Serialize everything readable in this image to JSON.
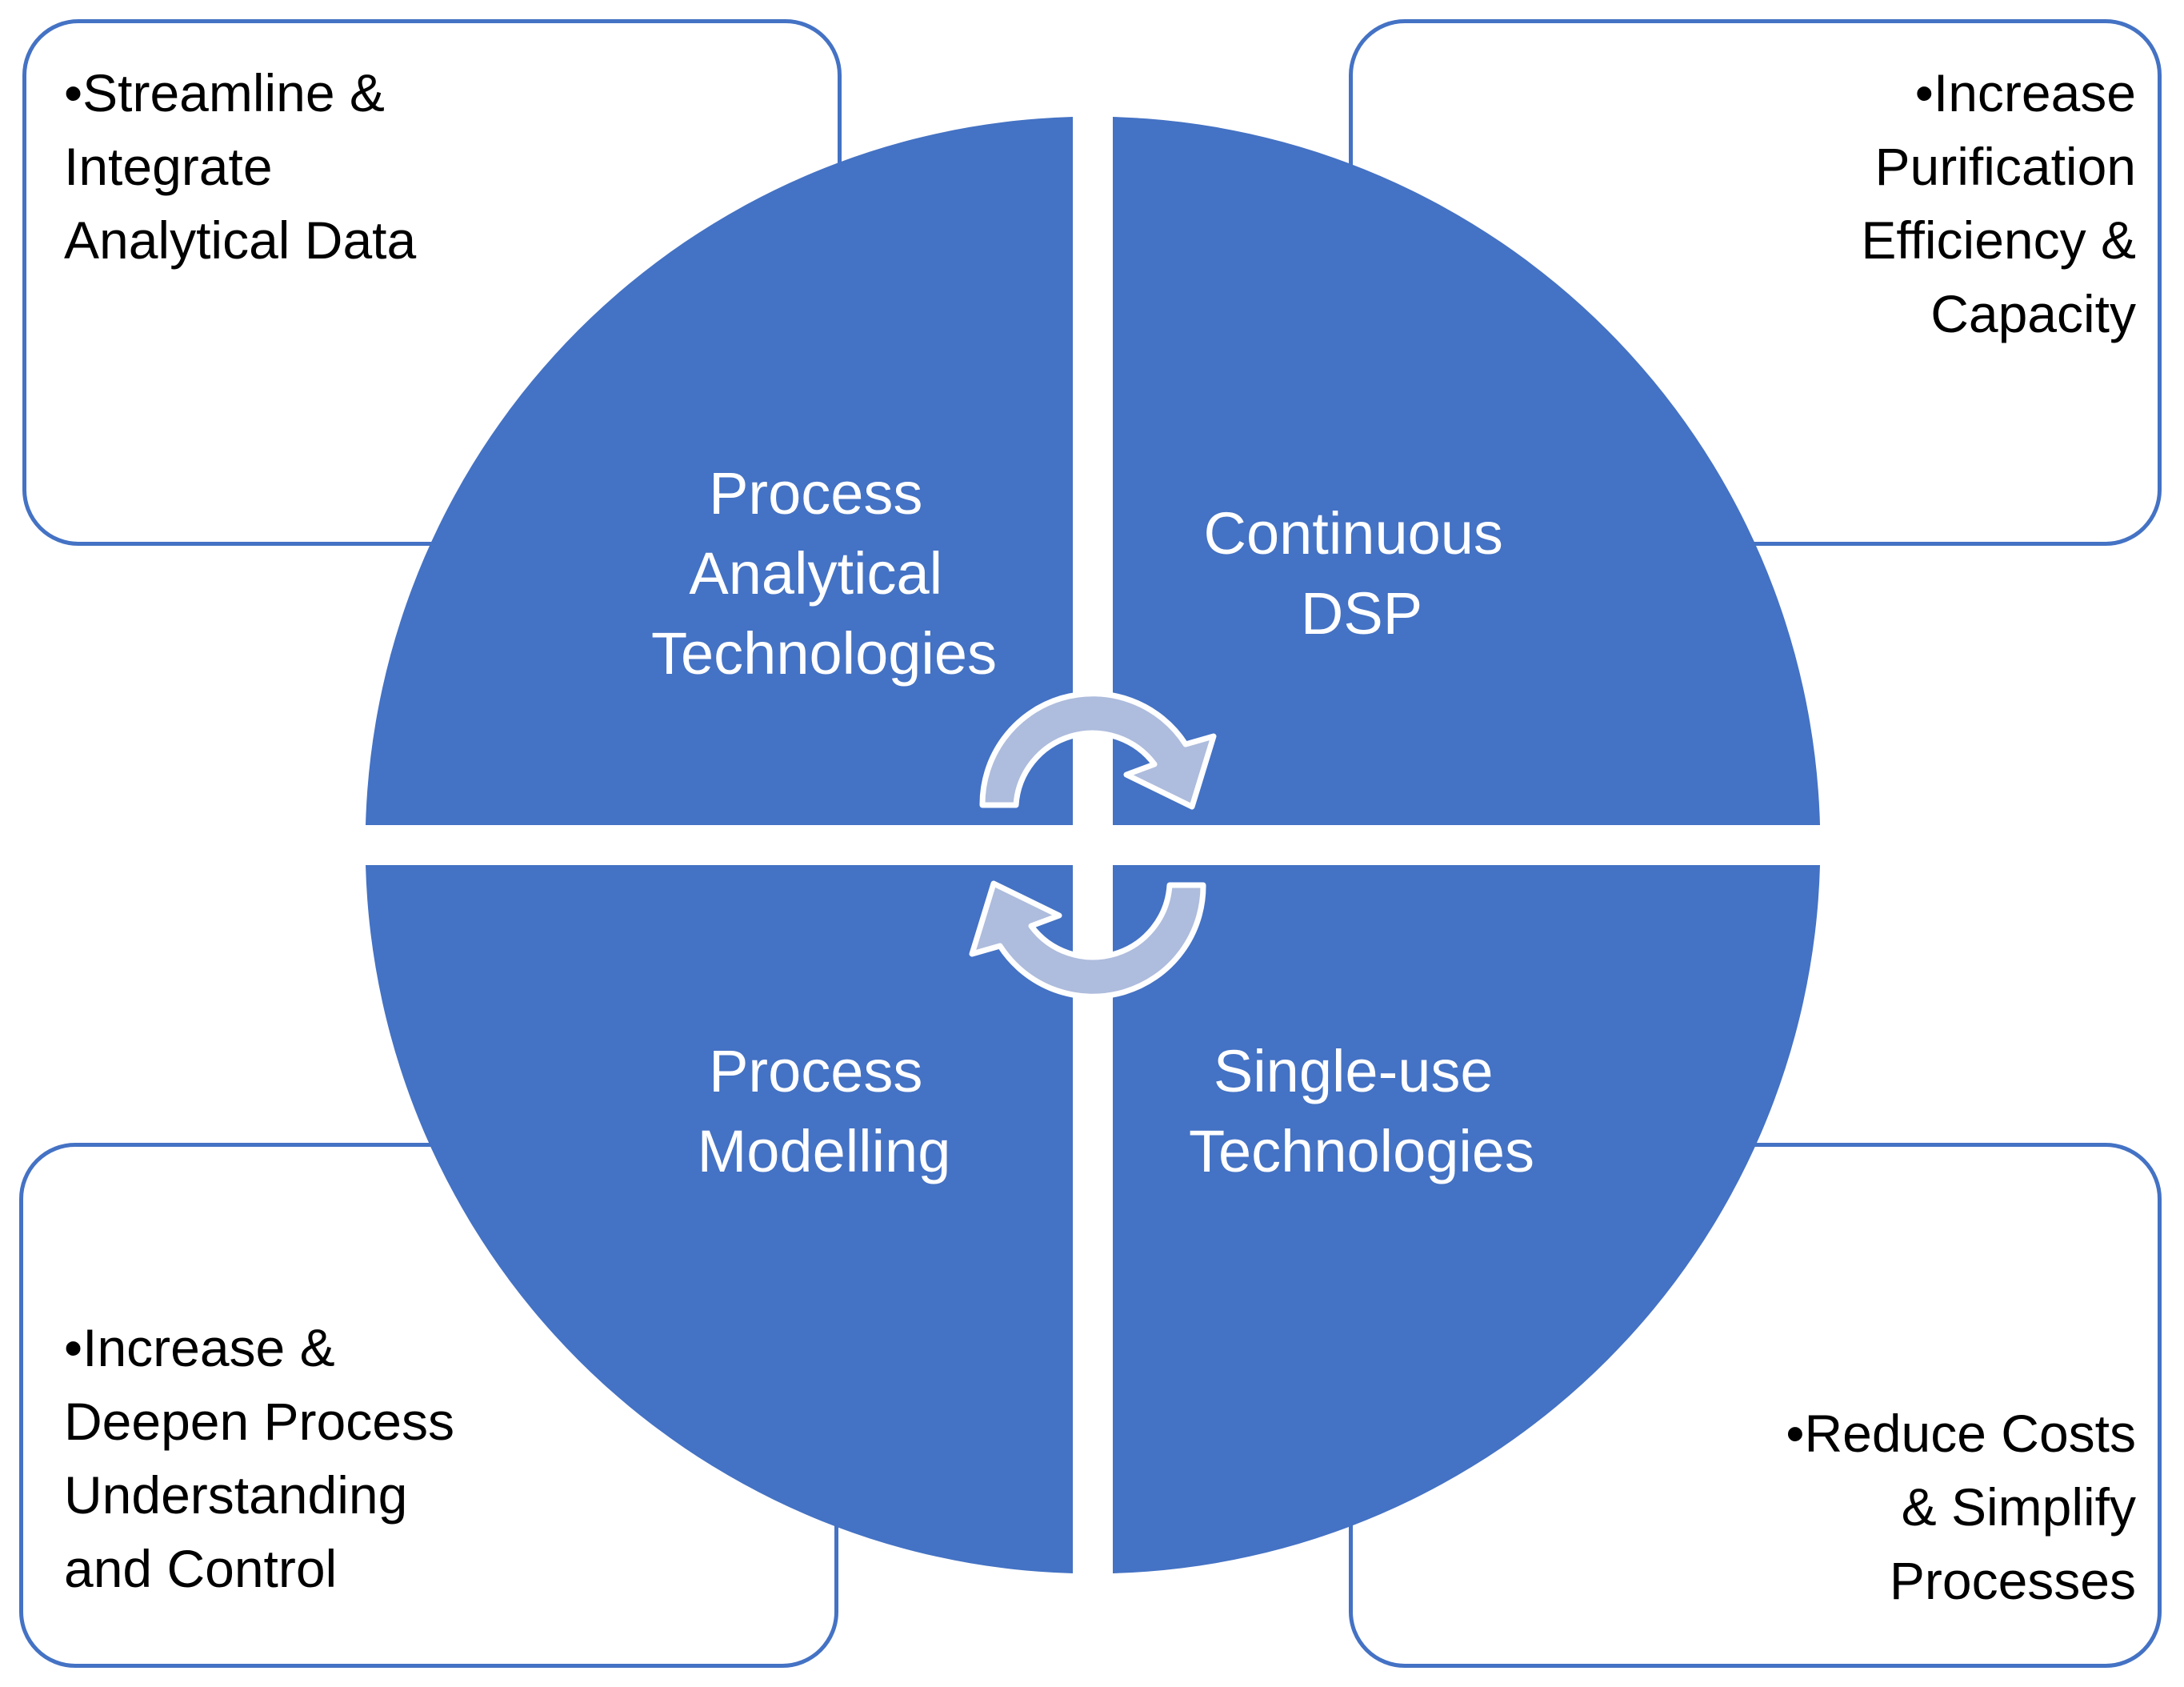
{
  "quadrants": {
    "top_left": {
      "label_lines": [
        "Process",
        "Analytical",
        "Technologies"
      ]
    },
    "top_right": {
      "label_lines": [
        "Continuous",
        "DSP"
      ]
    },
    "bottom_left": {
      "label_lines": [
        "Process",
        "Modelling"
      ]
    },
    "bottom_right": {
      "label_lines": [
        "Single-use",
        "Technologies"
      ]
    }
  },
  "callouts": {
    "top_left": "•Streamline &\nIntegrate\nAnalytical Data",
    "top_right": "•Increase\nPurification\nEfficiency &\nCapacity",
    "bottom_left": "•Increase &\nDeepen Process\nUnderstanding\nand Control",
    "bottom_right": "•Reduce Costs\n& Simplify\nProcesses"
  },
  "colors": {
    "quadrant_fill": "#4472C4",
    "box_border": "#4472C4",
    "arrow_fill": "#AEBCDD",
    "arrow_outline": "#FFFFFF"
  },
  "icons": {
    "cycle": "circular-arrows-icon"
  }
}
